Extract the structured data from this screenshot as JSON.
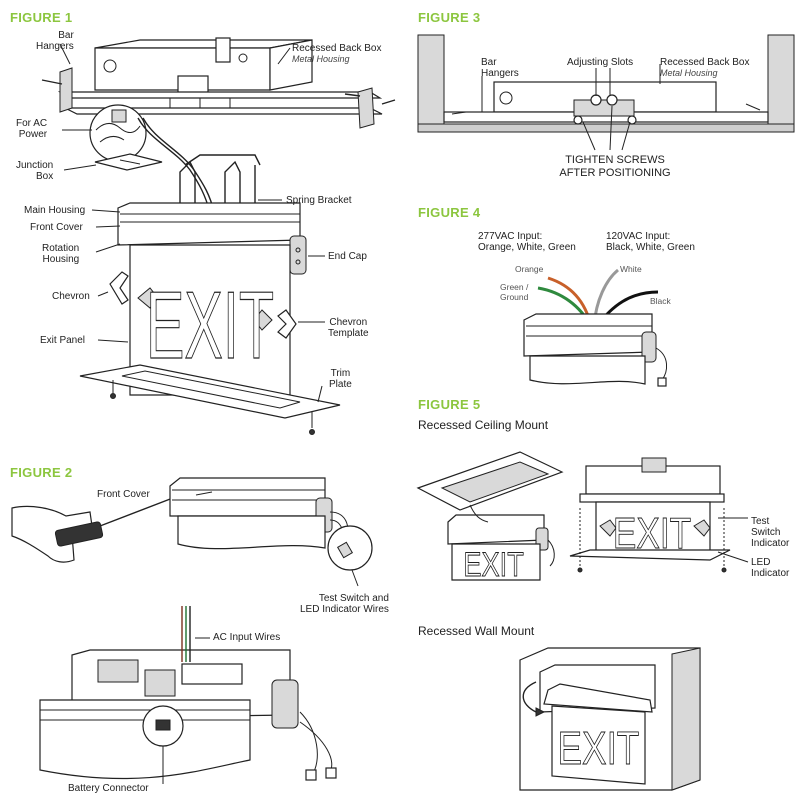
{
  "figure1": {
    "title": "FIGURE 1",
    "labels": {
      "bar_hangers": [
        "Bar",
        "Hangers"
      ],
      "recessed_back_box": "Recessed Back Box",
      "metal_housing": "Metal Housing",
      "ac_power": [
        "For AC",
        "Power"
      ],
      "junction_box": [
        "Junction",
        "Box"
      ],
      "spring_bracket": "Spring Bracket",
      "main_housing": "Main Housing",
      "front_cover": "Front Cover",
      "rotation_housing": [
        "Rotation",
        "Housing"
      ],
      "end_cap": "End Cap",
      "chevron": "Chevron",
      "chevron_template": [
        "Chevron",
        "Template"
      ],
      "exit_panel": "Exit Panel",
      "trim_plate": [
        "Trim",
        "Plate"
      ]
    },
    "sign_text": "EXIT"
  },
  "figure2": {
    "title": "FIGURE 2",
    "labels": {
      "front_cover": "Front Cover",
      "test_switch": [
        "Test Switch and",
        "LED Indicator Wires"
      ],
      "ac_input_wires": "AC Input Wires",
      "battery_connector": "Battery Connector"
    }
  },
  "figure3": {
    "title": "FIGURE 3",
    "labels": {
      "bar_hangers": [
        "Bar",
        "Hangers"
      ],
      "adjusting_slots": "Adjusting Slots",
      "recessed_back_box": "Recessed Back Box",
      "metal_housing": "Metal Housing",
      "tighten": [
        "TIGHTEN SCREWS",
        "AFTER POSITIONING"
      ]
    }
  },
  "figure4": {
    "title": "FIGURE 4",
    "input_277": [
      "277VAC Input:",
      "Orange, White, Green"
    ],
    "input_120": [
      "120VAC Input:",
      "Black, White, Green"
    ],
    "wires": {
      "orange": "Orange",
      "white": "White",
      "green": [
        "Green /",
        "Ground"
      ],
      "black": "Black"
    },
    "colors": {
      "orange": "#c8602a",
      "green": "#2f8a3e",
      "black": "#111111",
      "white": "#f4f4f4"
    }
  },
  "figure5": {
    "title": "FIGURE 5",
    "ceiling_mount": "Recessed Ceiling Mount",
    "wall_mount": "Recessed Wall Mount",
    "labels": {
      "test_switch": [
        "Test",
        "Switch",
        "Indicator"
      ],
      "led": [
        "LED",
        "Indicator"
      ]
    },
    "sign_text": "EXIT"
  },
  "accent_color": "#8cc63f"
}
